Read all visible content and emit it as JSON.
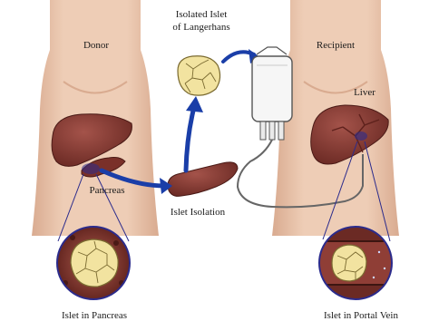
{
  "labels": {
    "donor": "Donor",
    "recipient": "Recipient",
    "isolated_islet_line1": "Isolated Islet",
    "isolated_islet_line2": "of Langerhans",
    "liver": "Liver",
    "pancreas": "Pancreas",
    "islet_isolation": "Islet Isolation",
    "islet_in_pancreas": "Islet in Pancreas",
    "islet_in_portal_vein": "Islet in Portal Vein"
  },
  "colors": {
    "skin": "#eecdb6",
    "skin_shadow": "#d9ab90",
    "organ": "#8a3a32",
    "organ_dark": "#5e211c",
    "islet": "#f2e3a0",
    "islet_line": "#7a6a30",
    "arrow": "#1a3ea8",
    "circle_ring": "#2b2b8c"
  }
}
